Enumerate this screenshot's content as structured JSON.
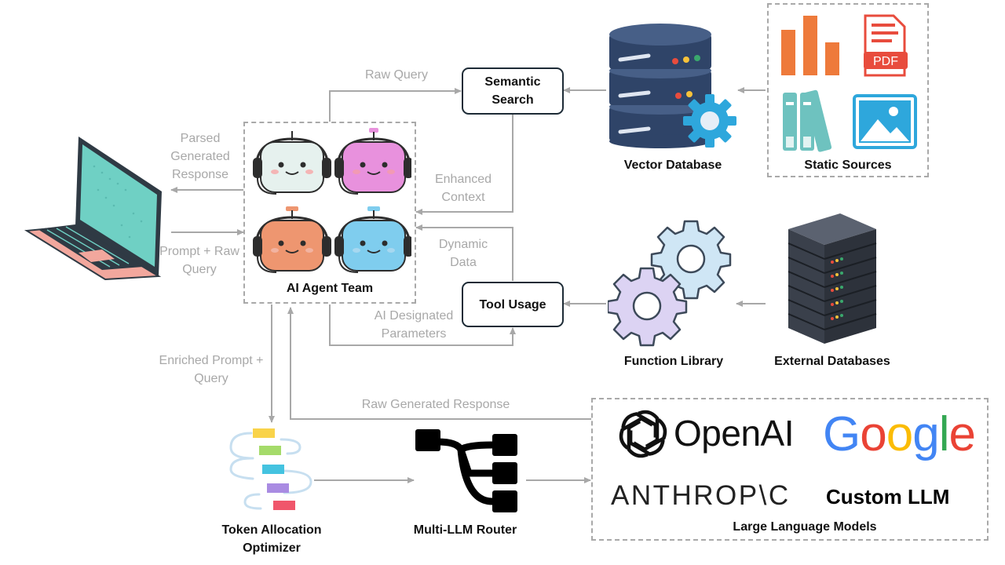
{
  "nodes": {
    "ai_agent_team": "AI Agent Team",
    "semantic_search": "Semantic Search",
    "tool_usage": "Tool Usage",
    "vector_database": "Vector Database",
    "static_sources": "Static Sources",
    "function_library": "Function Library",
    "external_databases": "External Databases",
    "token_allocation_optimizer": "Token Allocation Optimizer",
    "multi_llm_router": "Multi-LLM Router",
    "large_language_models": "Large Language Models"
  },
  "edges": {
    "raw_query": "Raw Query",
    "parsed_generated_response": "Parsed Generated Response",
    "prompt_raw_query": "Prompt + Raw Query",
    "enhanced_context": "Enhanced Context",
    "dynamic_data": "Dynamic Data",
    "ai_designated_parameters": "AI Designated Parameters",
    "enriched_prompt_query": "Enriched Prompt + Query",
    "raw_generated_response": "Raw Generated Response"
  },
  "llm_providers": {
    "openai": "OpenAI",
    "google": "Google",
    "anthropic": "ANTHROP\\C",
    "custom": "Custom LLM"
  },
  "icons": {
    "pdf_label": "PDF"
  },
  "colors": {
    "arrow": "#a8a8a8",
    "box_border": "#1d2b36",
    "robot_white": "#e6f1ee",
    "robot_pink": "#e891dd",
    "robot_orange": "#ee9670",
    "robot_blue": "#7fcdee",
    "chart_orange": "#ee7a3b",
    "binder_teal": "#6ec2bf",
    "image_blue": "#2ea7dc",
    "gear_blue": "#cfe6f5",
    "gear_purple": "#dcd3f3"
  }
}
